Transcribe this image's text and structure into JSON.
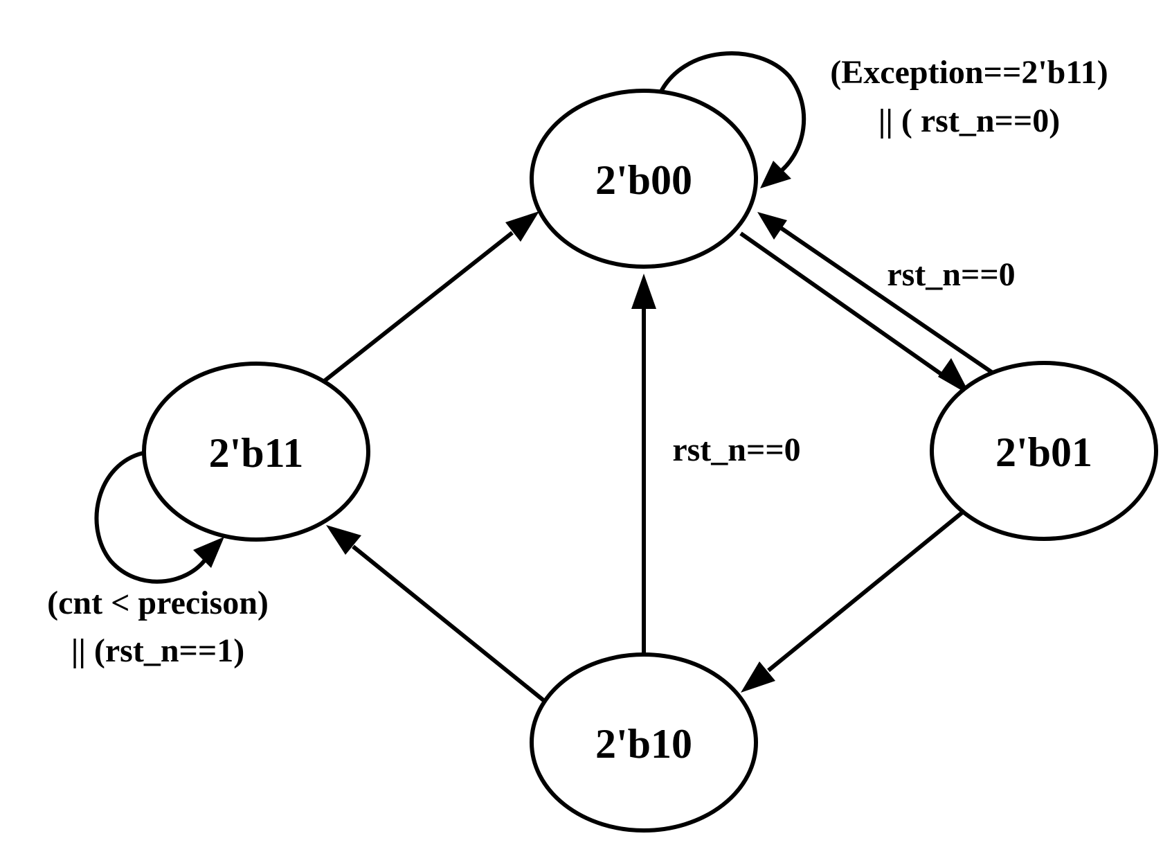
{
  "diagram": {
    "states": {
      "s00": "2'b00",
      "s01": "2'b01",
      "s10": "2'b10",
      "s11": "2'b11"
    },
    "transitions": {
      "s00_self_line1": "(Exception==2'b11)",
      "s00_self_line2": "|| ( rst_n==0)",
      "s01_to_s00": "rst_n==0",
      "s10_to_s00": "rst_n==0",
      "s11_self_line1": "(cnt < precison)",
      "s11_self_line2": "|| (rst_n==1)"
    }
  }
}
